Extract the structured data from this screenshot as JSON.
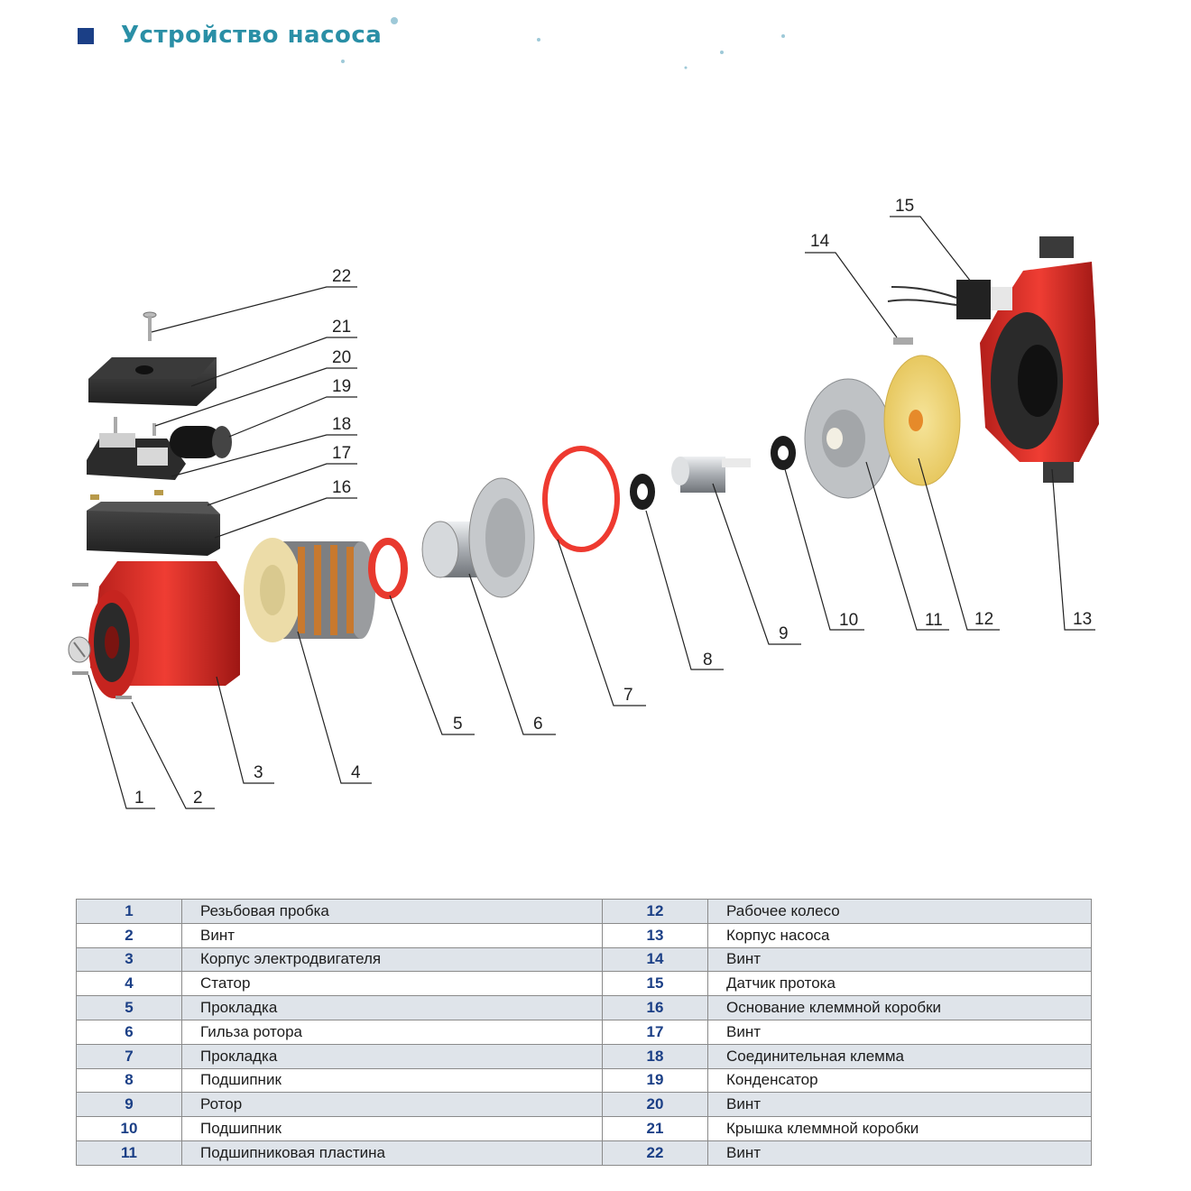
{
  "title": "Устройство насоса",
  "colors": {
    "accent": "#2a8fa6",
    "marker": "#1b3f86",
    "pump_red": "#e0332c",
    "impeller_yellow": "#f2d66b",
    "row_shade": "#dfe4ea"
  },
  "callouts": [
    "1",
    "2",
    "3",
    "4",
    "5",
    "6",
    "7",
    "8",
    "9",
    "10",
    "11",
    "12",
    "13",
    "14",
    "15",
    "16",
    "17",
    "18",
    "19",
    "20",
    "21",
    "22"
  ],
  "parts_left": [
    {
      "num": "1",
      "name": "Резьбовая пробка"
    },
    {
      "num": "2",
      "name": "Винт"
    },
    {
      "num": "3",
      "name": "Корпус электродвигателя"
    },
    {
      "num": "4",
      "name": "Статор"
    },
    {
      "num": "5",
      "name": "Прокладка"
    },
    {
      "num": "6",
      "name": "Гильза ротора"
    },
    {
      "num": "7",
      "name": "Прокладка"
    },
    {
      "num": "8",
      "name": "Подшипник"
    },
    {
      "num": "9",
      "name": "Ротор"
    },
    {
      "num": "10",
      "name": "Подшипник"
    },
    {
      "num": "11",
      "name": "Подшипниковая пластина"
    }
  ],
  "parts_right": [
    {
      "num": "12",
      "name": "Рабочее колесо"
    },
    {
      "num": "13",
      "name": "Корпус насоса"
    },
    {
      "num": "14",
      "name": "Винт"
    },
    {
      "num": "15",
      "name": "Датчик протока"
    },
    {
      "num": "16",
      "name": "Основание клеммной коробки"
    },
    {
      "num": "17",
      "name": "Винт"
    },
    {
      "num": "18",
      "name": "Соединительная клемма"
    },
    {
      "num": "19",
      "name": "Конденсатор"
    },
    {
      "num": "20",
      "name": "Винт"
    },
    {
      "num": "21",
      "name": "Крышка клеммной коробки"
    },
    {
      "num": "22",
      "name": "Винт"
    }
  ]
}
